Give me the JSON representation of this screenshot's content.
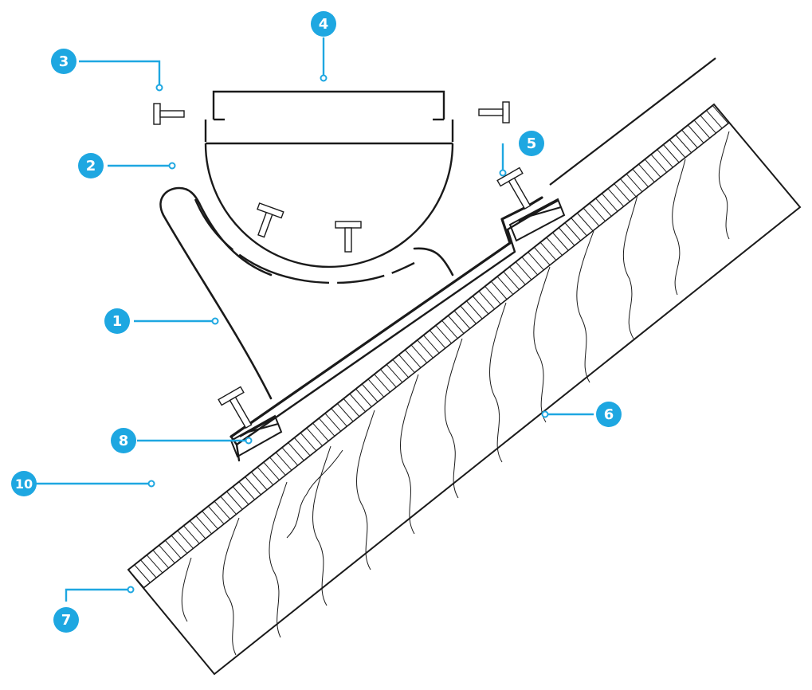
{
  "colors": {
    "accent": "#1ea7e1",
    "ink": "#1a1a1a",
    "background": "#ffffff"
  },
  "callouts": [
    {
      "id": "callout-1",
      "label": "1"
    },
    {
      "id": "callout-2",
      "label": "2"
    },
    {
      "id": "callout-3",
      "label": "3"
    },
    {
      "id": "callout-4",
      "label": "4"
    },
    {
      "id": "callout-5",
      "label": "5"
    },
    {
      "id": "callout-6",
      "label": "6"
    },
    {
      "id": "callout-7",
      "label": "7"
    },
    {
      "id": "callout-8",
      "label": "8"
    },
    {
      "id": "callout-10",
      "label": "10"
    }
  ]
}
